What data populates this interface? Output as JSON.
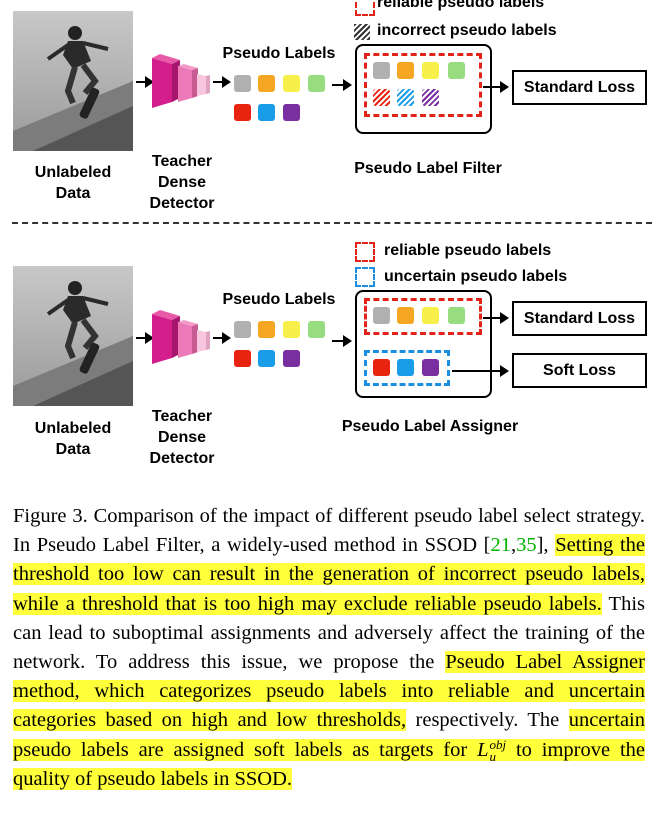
{
  "figure": {
    "top_panel": {
      "legend": {
        "reliable": "reliable pseudo labels",
        "incorrect": "incorrect pseudo labels"
      },
      "unlabeled_data": "Unlabeled\nData",
      "teacher": "Teacher\nDense\nDetector",
      "pseudo_labels_title": "Pseudo Labels",
      "filter_title": "Pseudo Label Filter",
      "standard_loss": "Standard Loss"
    },
    "bottom_panel": {
      "legend": {
        "reliable": "reliable pseudo labels",
        "uncertain": "uncertain pseudo labels"
      },
      "unlabeled_data": "Unlabeled\nData",
      "teacher": "Teacher\nDense\nDetector",
      "pseudo_labels_title": "Pseudo Labels",
      "assigner_title": "Pseudo Label Assigner",
      "standard_loss": "Standard Loss",
      "soft_loss": "Soft Loss"
    },
    "colors": {
      "gray": "#b0b0b0",
      "orange": "#f5a623",
      "yellow": "#f8f04a",
      "green": "#98dc80",
      "red": "#e8230f",
      "blue": "#1a9de8",
      "purple": "#7a2fa0",
      "teacher_dark": "#d41e8c",
      "teacher_mid": "#ec7ab8",
      "teacher_light": "#f8c6df"
    }
  },
  "caption": {
    "p1": "Figure 3. Comparison of the impact of different pseudo label select strategy. In Pseudo Label Filter, a widely-used method in SSOD [",
    "ref1": "21",
    "comma": ",",
    "ref2": "35",
    "p2": "], ",
    "hl1": "Setting the threshold too low can result in the generation of incorrect pseudo labels, while a threshold that is too high may exclude reliable pseudo labels.",
    "p3": " This can lead to suboptimal assignments and adversely affect the training of the network. To address this issue, we propose the ",
    "hl2": "Pseudo Label Assigner method, which categorizes pseudo labels into reliable and uncertain categories based on high and low thresholds,",
    "p4": " respectively. The ",
    "hl3a": "uncertain pseudo labels are assigned soft labels as targets for ",
    "math": "L",
    "math_sub": "u",
    "math_sup": "obj",
    "hl3b": " to improve the quality of pseudo labels in SSOD."
  }
}
